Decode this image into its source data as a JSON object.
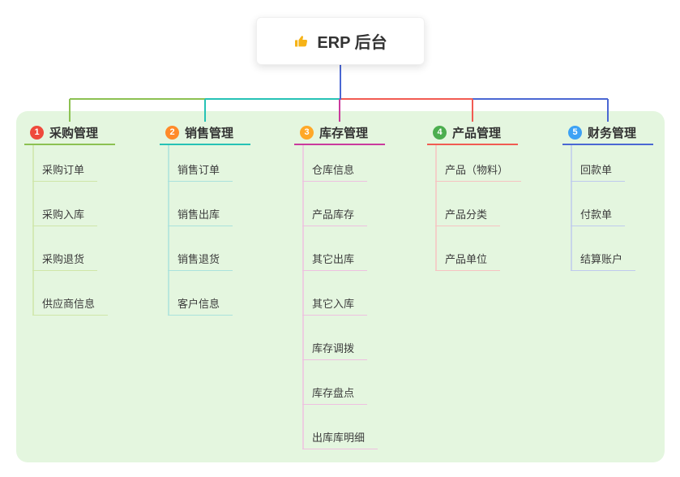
{
  "root": {
    "label": "ERP 后台",
    "icon": "thumbs-up-icon",
    "icon_color": "#f6b317",
    "line_color": "#4a67d3"
  },
  "panel": {
    "background": "#e4f6df"
  },
  "branches": [
    {
      "badge": "1",
      "badge_color": "#ef4a3c",
      "label": "采购管理",
      "line_color": "#8cc152",
      "sub_line_color": "#cfe6a8",
      "children": [
        "采购订单",
        "采购入库",
        "采购退货",
        "供应商信息"
      ]
    },
    {
      "badge": "2",
      "badge_color": "#ff8a2a",
      "label": "销售管理",
      "line_color": "#26c2b5",
      "sub_line_color": "#aae2dc",
      "children": [
        "销售订单",
        "销售出库",
        "销售退货",
        "客户信息"
      ]
    },
    {
      "badge": "3",
      "badge_color": "#ffa827",
      "label": "库存管理",
      "line_color": "#ca3a9d",
      "sub_line_color": "#eec0e0",
      "children": [
        "仓库信息",
        "产品库存",
        "其它出库",
        "其它入库",
        "库存调拨",
        "库存盘点",
        "出库库明细"
      ]
    },
    {
      "badge": "4",
      "badge_color": "#4cae4f",
      "label": "产品管理",
      "line_color": "#f15b52",
      "sub_line_color": "#f6c3c2",
      "children": [
        "产品（物料）",
        "产品分类",
        "产品单位"
      ]
    },
    {
      "badge": "5",
      "badge_color": "#3da2f5",
      "label": "财务管理",
      "line_color": "#4a67d3",
      "sub_line_color": "#bfcaee",
      "children": [
        "回款单",
        "付款单",
        "结算账户"
      ]
    }
  ]
}
